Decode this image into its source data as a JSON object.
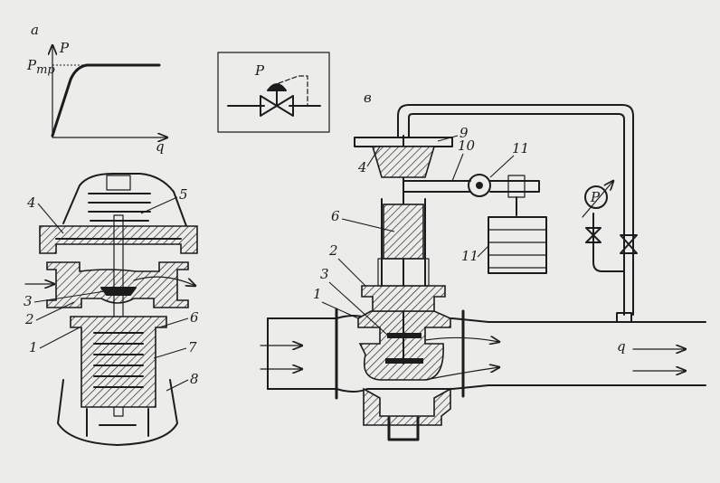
{
  "panel_a": {
    "letter": "а",
    "y_axis_label": "P",
    "p_label": "P",
    "p_subscript": "тр",
    "x_axis_label": "q"
  },
  "symbol": {
    "p_label": "P"
  },
  "panel_b": {
    "callouts": [
      {
        "id": "1",
        "text": "1"
      },
      {
        "id": "2",
        "text": "2"
      },
      {
        "id": "3",
        "text": "3"
      },
      {
        "id": "4",
        "text": "4"
      },
      {
        "id": "5",
        "text": "5"
      },
      {
        "id": "6",
        "text": "6"
      },
      {
        "id": "7",
        "text": "7"
      },
      {
        "id": "8",
        "text": "8"
      }
    ]
  },
  "panel_v": {
    "letter": "в",
    "callouts": [
      {
        "id": "1",
        "text": "1"
      },
      {
        "id": "2",
        "text": "2"
      },
      {
        "id": "3",
        "text": "3"
      },
      {
        "id": "4",
        "text": "4"
      },
      {
        "id": "6",
        "text": "6"
      },
      {
        "id": "9",
        "text": "9"
      },
      {
        "id": "10",
        "text": "10"
      },
      {
        "id": "11a",
        "text": "11"
      },
      {
        "id": "11b",
        "text": "11"
      }
    ],
    "gauge_label": "P",
    "flow_label": "q"
  }
}
